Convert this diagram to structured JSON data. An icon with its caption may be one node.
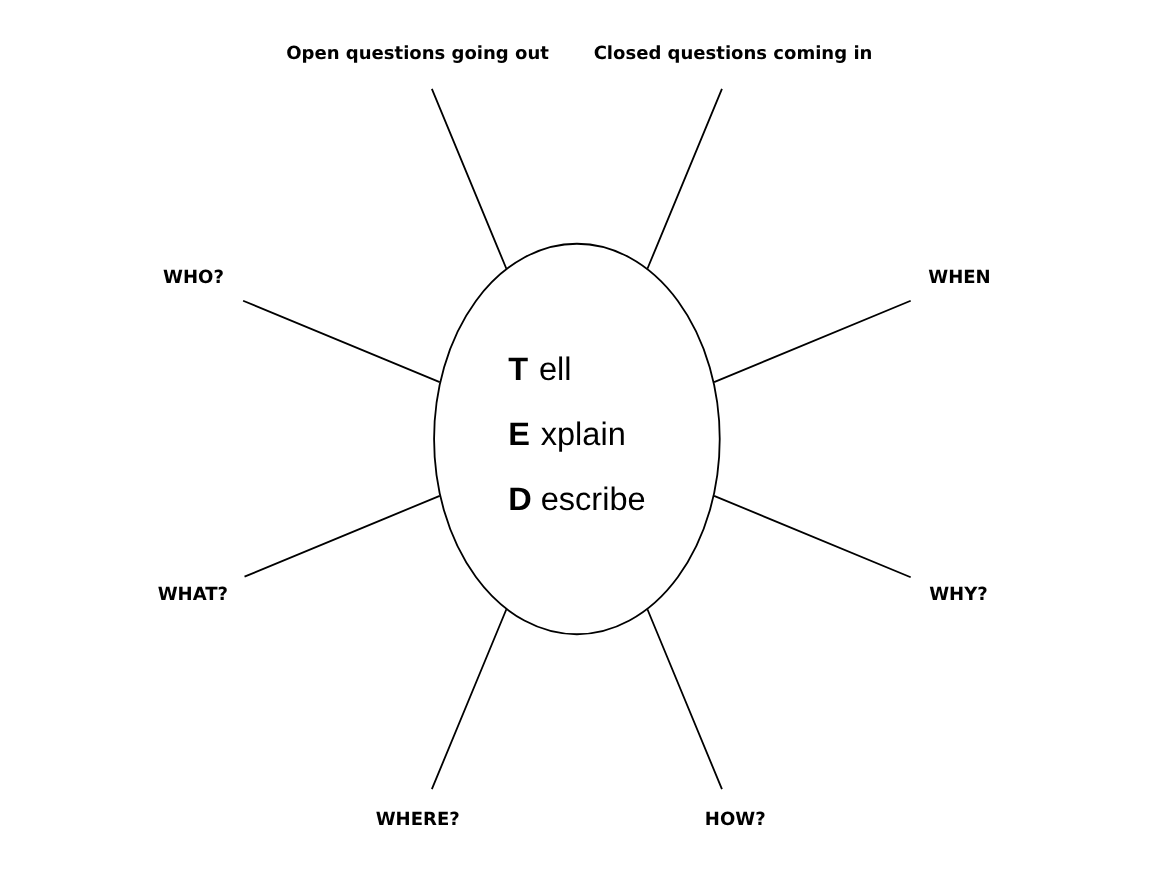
{
  "diagram": {
    "nodes": [
      {
        "text": [
          "Open questions going out"
        ]
      },
      {
        "text": [
          "Closed questions coming in"
        ]
      },
      {
        "text": [
          "T ell",
          "E xplain",
          "D escribe"
        ]
      },
      {
        "text": [
          "WHO?"
        ]
      },
      {
        "text": [
          "WHEN"
        ]
      },
      {
        "text": [
          "WHAT?"
        ]
      },
      {
        "text": [
          "WHY?"
        ]
      },
      {
        "text": [
          "WHERE?"
        ]
      },
      {
        "text": [
          "HOW?"
        ]
      }
    ],
    "edges": [
      {
        "from": 2,
        "to": 1,
        "arrow": "none"
      },
      {
        "from": 2,
        "to": 4,
        "arrow": "none"
      },
      {
        "from": 2,
        "to": 6,
        "arrow": "none"
      },
      {
        "from": 2,
        "to": 8,
        "arrow": "none"
      },
      {
        "from": 2,
        "to": 7,
        "arrow": "none"
      },
      {
        "from": 2,
        "to": 5,
        "arrow": "none"
      },
      {
        "from": 2,
        "to": 3,
        "arrow": "none"
      },
      {
        "from": 2,
        "to": 0,
        "arrow": "none"
      }
    ]
  }
}
